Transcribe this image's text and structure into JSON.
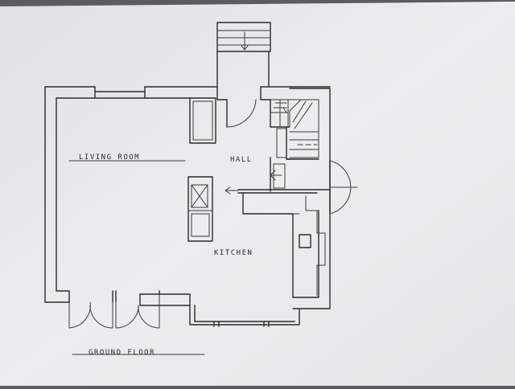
{
  "drawing": {
    "paper_color": "#e9eaeb",
    "ink_color": "#2b2b2b",
    "rooms": {
      "living": "LIVING ROOM",
      "hall": "HALL",
      "kitchen": "KITCHEN"
    },
    "floor_title": "GROUND FLOOR"
  }
}
